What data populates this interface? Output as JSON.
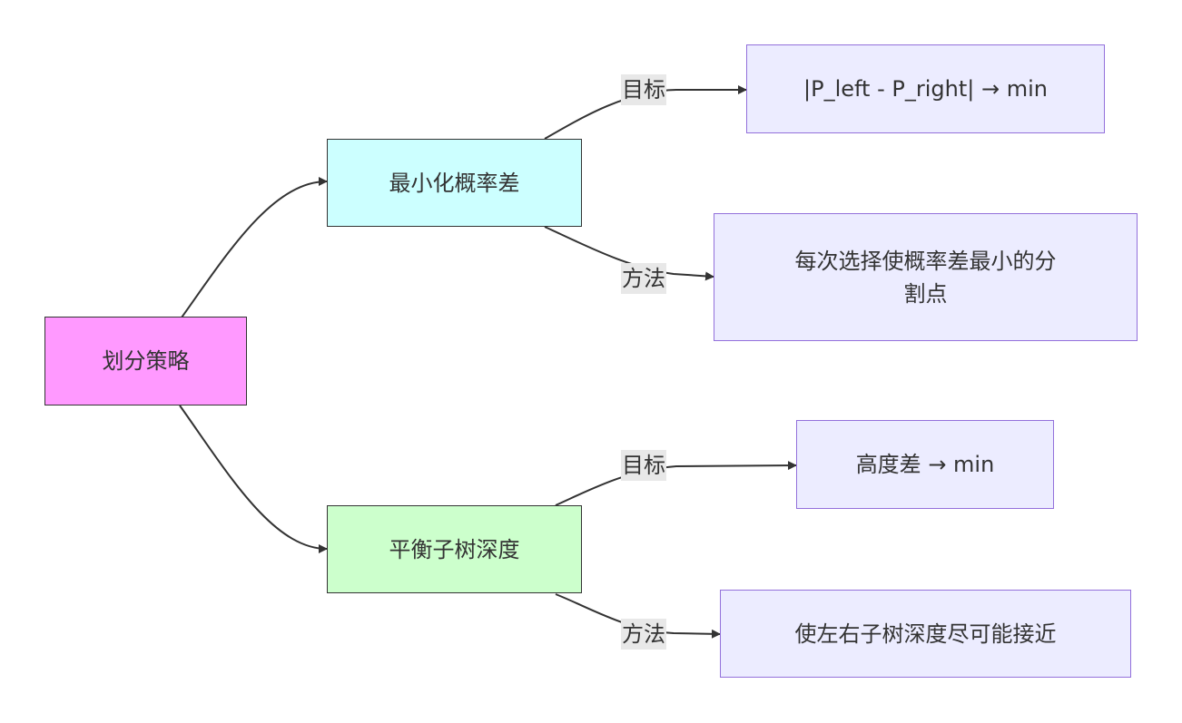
{
  "diagram": {
    "nodes": {
      "root": "划分策略",
      "branch_a": "最小化概率差",
      "branch_b": "平衡子树深度",
      "a_goal": "|P_left - P_right| → min",
      "a_method_line1": "每次选择使概率差最小的分",
      "a_method_line2": "割点",
      "b_goal": "高度差 → min",
      "b_method": "使左右子树深度尽可能接近"
    },
    "edge_labels": {
      "a_goal": "目标",
      "a_method": "方法",
      "b_goal": "目标",
      "b_method": "方法"
    },
    "colors": {
      "root_fill": "#ff99ff",
      "branch_a_fill": "#ccffff",
      "branch_b_fill": "#ccffcc",
      "leaf_fill": "#ececff",
      "leaf_border": "#9370db",
      "edge": "#333333",
      "edge_label_bg": "#e8e8e8"
    }
  }
}
